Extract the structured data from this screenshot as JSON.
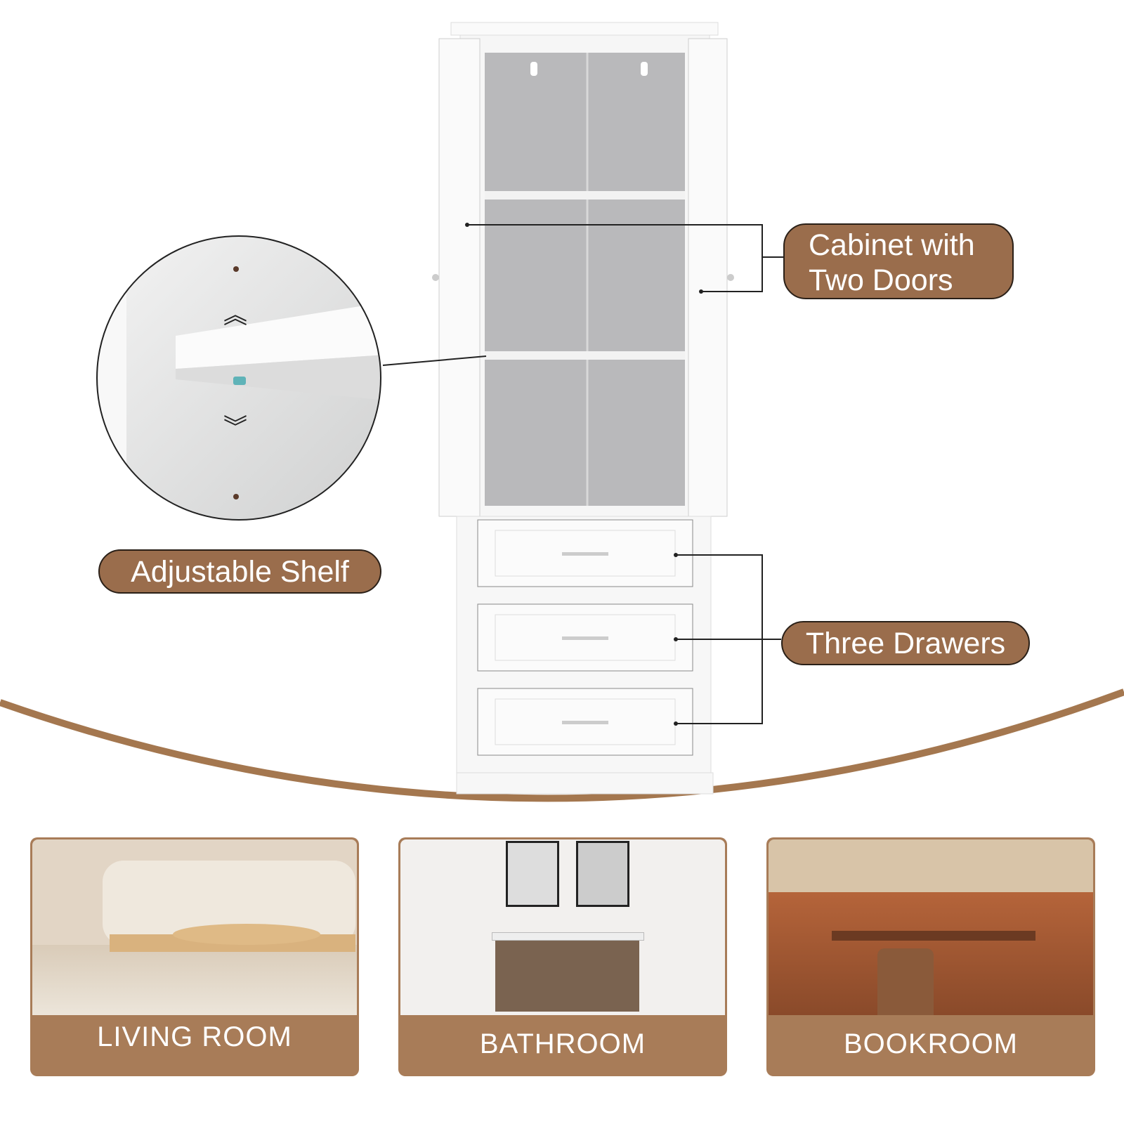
{
  "callouts": {
    "cabinet_doors": [
      "Cabinet with",
      "Two Doors"
    ],
    "adjustable_shelf": "Adjustable Shelf",
    "three_drawers": "Three Drawers"
  },
  "rooms": [
    {
      "label": "LIVING ROOM"
    },
    {
      "label": "BATHROOM"
    },
    {
      "label": "BOOKROOM"
    }
  ],
  "colors": {
    "accent": "#9a6d4c",
    "card": "#a87c58",
    "interior": "#b9b9bb"
  }
}
